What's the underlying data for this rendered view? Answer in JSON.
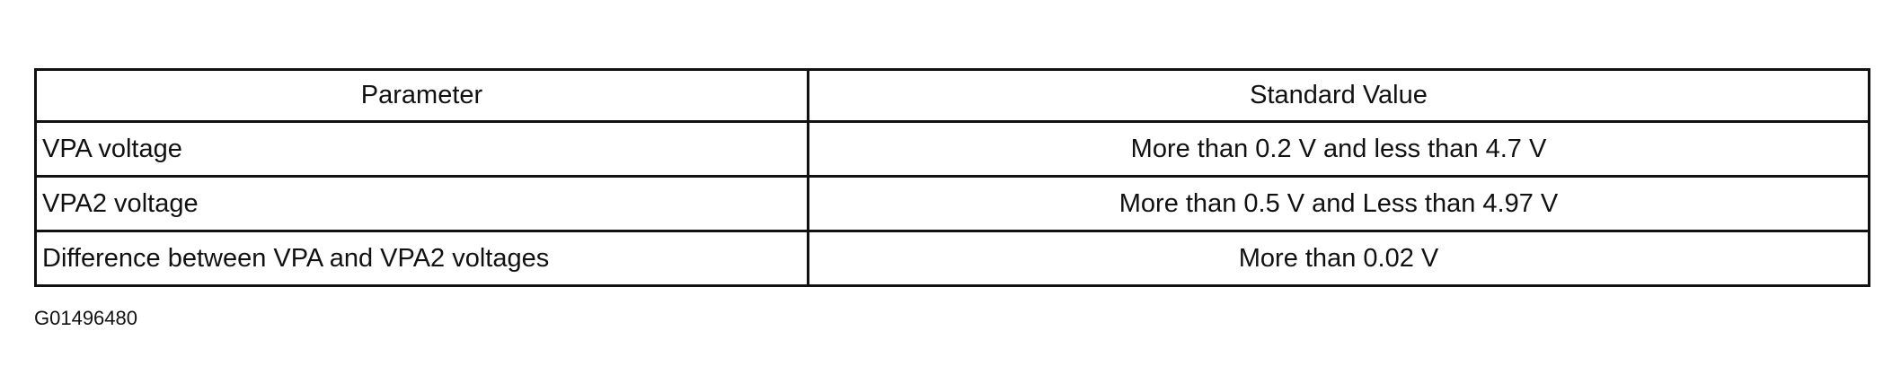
{
  "table": {
    "headers": {
      "parameter": "Parameter",
      "standard_value": "Standard Value"
    },
    "rows": [
      {
        "parameter": "VPA voltage",
        "standard_value": "More than 0.2 V and less than 4.7 V"
      },
      {
        "parameter": "VPA2 voltage",
        "standard_value": "More than 0.5 V and Less than 4.97 V"
      },
      {
        "parameter": "Difference between VPA and VPA2 voltages",
        "standard_value": "More than 0.02 V"
      }
    ]
  },
  "figure_id": "G01496480"
}
